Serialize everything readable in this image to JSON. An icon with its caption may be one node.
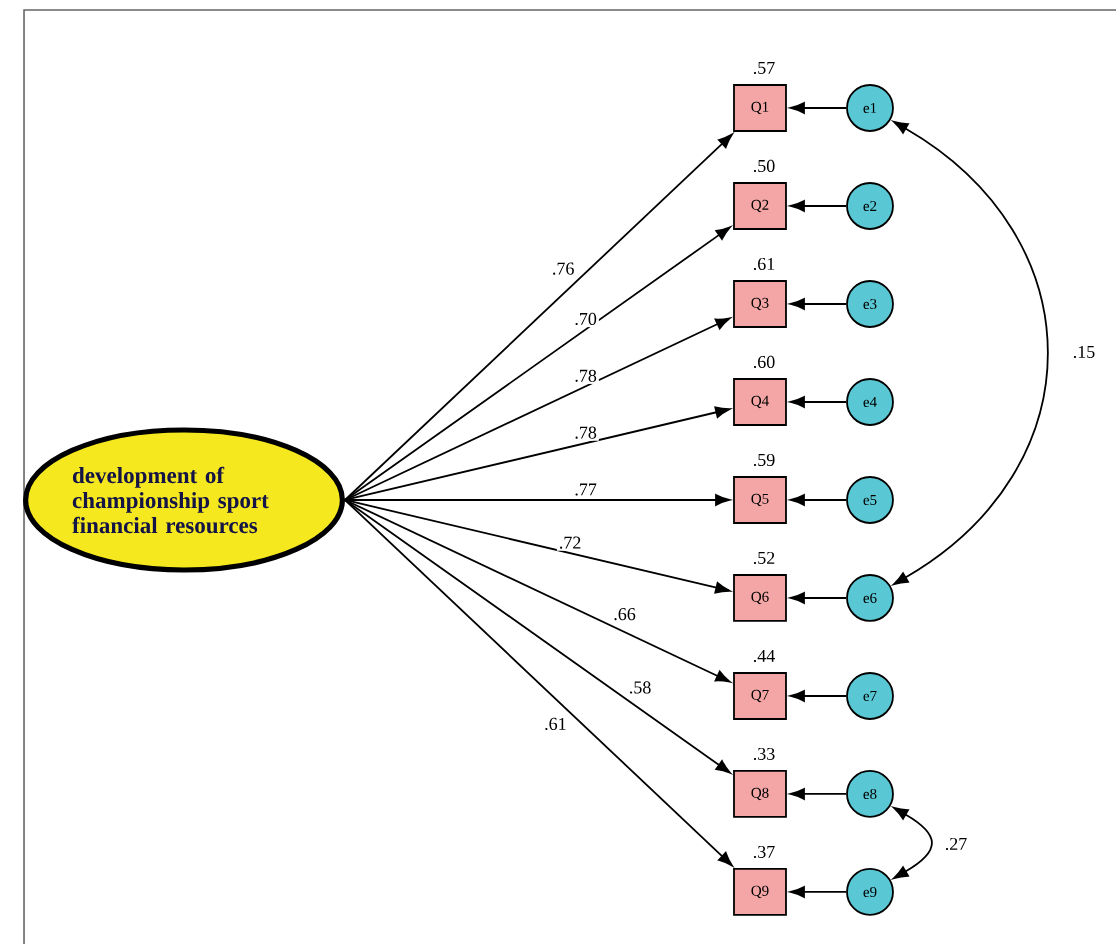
{
  "diagram": {
    "nodes": [
      {
        "text": [
          "development of championship sport financial resources"
        ]
      },
      {
        "text": [
          "Q1"
        ],
        "beside": [
          ".57"
        ]
      },
      {
        "text": [
          "Q2"
        ],
        "beside": [
          ".50"
        ]
      },
      {
        "text": [
          "Q3"
        ],
        "beside": [
          ".61"
        ]
      },
      {
        "text": [
          "Q4"
        ],
        "beside": [
          ".60"
        ]
      },
      {
        "text": [
          "Q5"
        ],
        "beside": [
          ".59"
        ]
      },
      {
        "text": [
          "Q6"
        ],
        "beside": [
          ".52"
        ]
      },
      {
        "text": [
          "Q7"
        ],
        "beside": [
          ".44"
        ]
      },
      {
        "text": [
          "Q8"
        ],
        "beside": [
          ".33"
        ]
      },
      {
        "text": [
          "Q9"
        ],
        "beside": [
          ".37"
        ]
      },
      {
        "text": [
          "e1"
        ]
      },
      {
        "text": [
          "e2"
        ]
      },
      {
        "text": [
          "e3"
        ]
      },
      {
        "text": [
          "e4"
        ]
      },
      {
        "text": [
          "e5"
        ]
      },
      {
        "text": [
          "e6"
        ]
      },
      {
        "text": [
          "e7"
        ]
      },
      {
        "text": [
          "e8"
        ]
      },
      {
        "text": [
          "e9"
        ]
      }
    ],
    "edges": [
      {
        "from": 0,
        "to": 1,
        "arrow": "to",
        "label": ".76"
      },
      {
        "from": 0,
        "to": 2,
        "arrow": "to",
        "label": ".70"
      },
      {
        "from": 0,
        "to": 3,
        "arrow": "to",
        "label": ".78"
      },
      {
        "from": 0,
        "to": 4,
        "arrow": "to",
        "label": ".78"
      },
      {
        "from": 0,
        "to": 5,
        "arrow": "to",
        "label": ".77"
      },
      {
        "from": 0,
        "to": 6,
        "arrow": "to",
        "label": ".72"
      },
      {
        "from": 0,
        "to": 7,
        "arrow": "to",
        "label": ".66"
      },
      {
        "from": 0,
        "to": 8,
        "arrow": "to",
        "label": ".58"
      },
      {
        "from": 0,
        "to": 9,
        "arrow": "to",
        "label": ".61"
      },
      {
        "from": 10,
        "to": 1,
        "arrow": "to"
      },
      {
        "from": 11,
        "to": 2,
        "arrow": "to"
      },
      {
        "from": 12,
        "to": 3,
        "arrow": "to"
      },
      {
        "from": 13,
        "to": 4,
        "arrow": "to"
      },
      {
        "from": 14,
        "to": 5,
        "arrow": "to"
      },
      {
        "from": 15,
        "to": 6,
        "arrow": "to"
      },
      {
        "from": 16,
        "to": 7,
        "arrow": "to"
      },
      {
        "from": 17,
        "to": 8,
        "arrow": "to"
      },
      {
        "from": 18,
        "to": 9,
        "arrow": "to"
      },
      {
        "from": 10,
        "to": 15,
        "arrow": "both",
        "label": ".15"
      },
      {
        "from": 17,
        "to": 18,
        "arrow": "both",
        "label": ".27"
      }
    ]
  }
}
